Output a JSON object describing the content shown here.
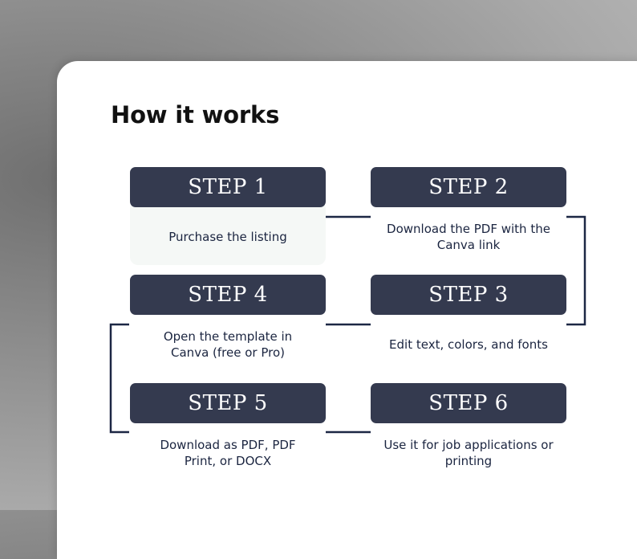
{
  "page": {
    "title": "How it works"
  },
  "steps": [
    {
      "label": "STEP 1",
      "description": "Purchase the listing"
    },
    {
      "label": "STEP 2",
      "description": "Download the PDF with the Canva link"
    },
    {
      "label": "STEP 3",
      "description": "Edit text, colors, and fonts"
    },
    {
      "label": "STEP 4",
      "description": "Open the template in Canva (free or Pro)"
    },
    {
      "label": "STEP 5",
      "description": "Download as PDF, PDF Print, or DOCX"
    },
    {
      "label": "STEP 6",
      "description": "Use it for job applications or printing"
    }
  ],
  "colors": {
    "header": "#343a4f",
    "connector": "#1c2744",
    "text_dark": "#1b2540",
    "title": "#111111"
  }
}
